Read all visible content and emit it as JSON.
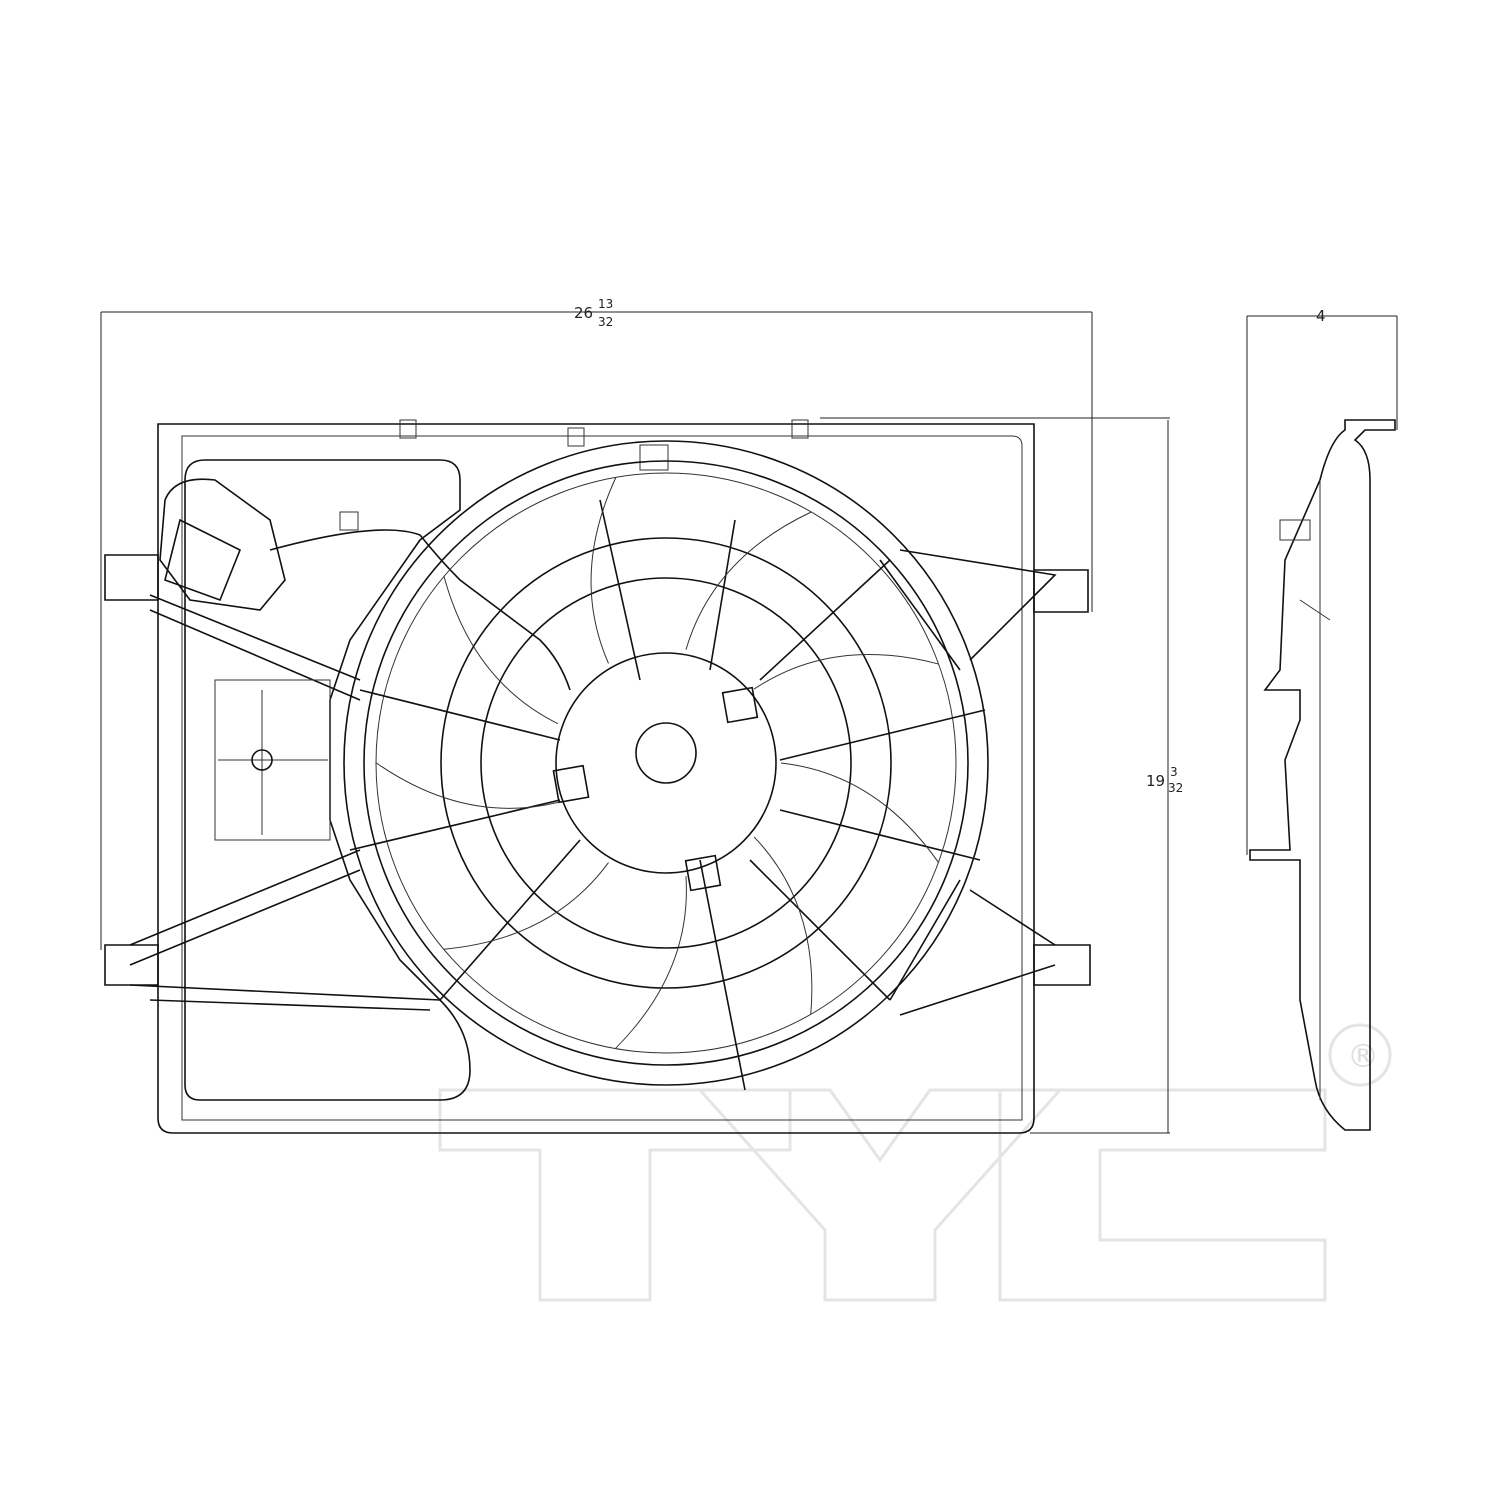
{
  "drawing": {
    "dimensions": {
      "width": {
        "whole": "26",
        "numerator": "13",
        "denominator": "32"
      },
      "height": {
        "whole": "19",
        "numerator": "3",
        "denominator": "32"
      },
      "depth": {
        "whole": "4"
      }
    },
    "watermark": {
      "logo_text": "TYC",
      "registered_mark": "®"
    },
    "colors": {
      "line": "#111111",
      "watermark": "#e4e4e4"
    }
  }
}
